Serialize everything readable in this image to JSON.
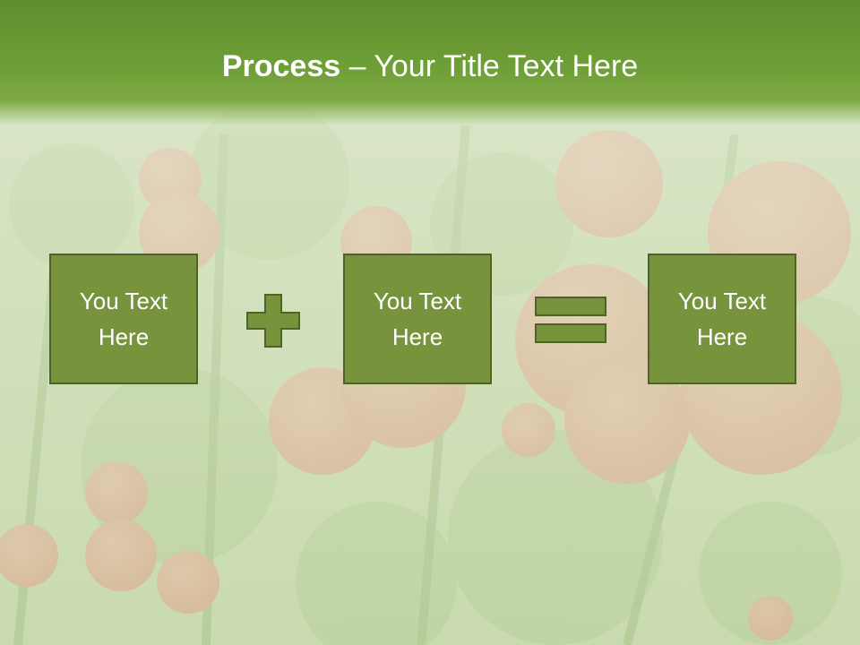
{
  "slide": {
    "title_bold": "Process",
    "title_rest": " – Your Title Text Here",
    "boxes": [
      {
        "line1": "You Text",
        "line2": "Here"
      },
      {
        "line1": "You Text",
        "line2": "Here"
      },
      {
        "line1": "You Text",
        "line2": "Here"
      }
    ],
    "operators": [
      "plus-icon",
      "equals-icon"
    ]
  },
  "colors": {
    "title_bar": "#6f9f37",
    "box_fill": "#77933c",
    "box_border": "#4f6228",
    "text": "#ffffff"
  }
}
